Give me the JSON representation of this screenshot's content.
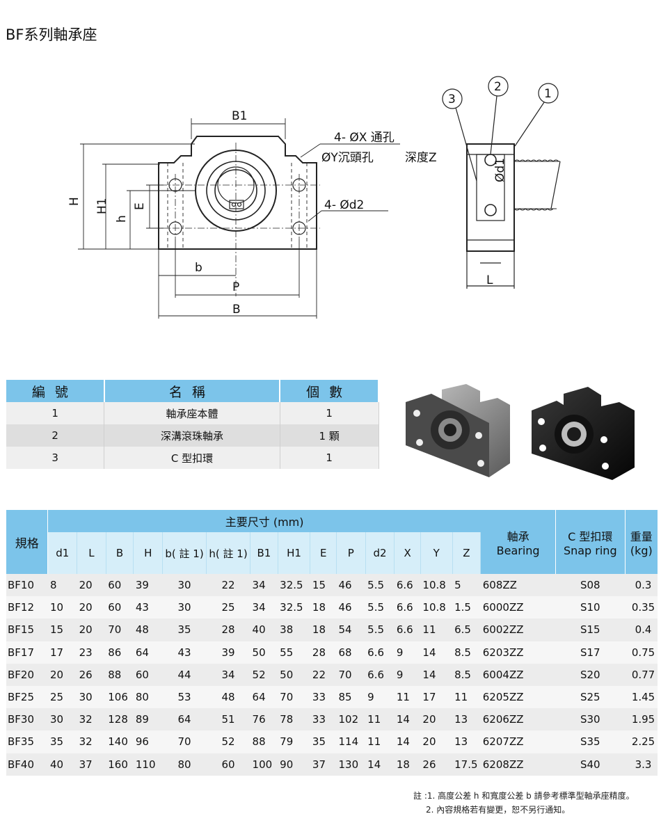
{
  "title": "BF系列軸承座",
  "drawing": {
    "labels": {
      "b1": "B1",
      "h": "H",
      "h1": "H1",
      "h_small": "h",
      "e": "E",
      "b_small": "b",
      "p": "P",
      "b": "B",
      "hole_x": "4- ØX 通孔",
      "hole_y": "ØY沉頭孔",
      "depth_z": "深度Z",
      "hole_d2": "4- Ød2",
      "d1": "Ød1",
      "l": "L",
      "callout_1": "1",
      "callout_2": "2",
      "callout_3": "3"
    }
  },
  "parts_table": {
    "headers": [
      "編號",
      "名稱",
      "個數"
    ],
    "rows": [
      {
        "no": "1",
        "name": "軸承座本體",
        "qty": "1"
      },
      {
        "no": "2",
        "name": "深溝滾珠軸承",
        "qty": "1 顆"
      },
      {
        "no": "3",
        "name": "C 型扣環",
        "qty": "1"
      }
    ]
  },
  "spec_table": {
    "model_header": "規格",
    "group_header": "主要尺寸 (mm)",
    "columns": [
      "d1",
      "L",
      "B",
      "H",
      "b( 註 1)",
      "h( 註 1)",
      "B1",
      "H1",
      "E",
      "P",
      "d2",
      "X",
      "Y",
      "Z"
    ],
    "bearing_header": [
      "軸承",
      "Bearing"
    ],
    "snap_header": [
      "C 型扣環",
      "Snap ring"
    ],
    "weight_header": [
      "重量",
      "(kg)"
    ],
    "rows": [
      [
        "BF10",
        "8",
        "20",
        "60",
        "39",
        "30",
        "22",
        "34",
        "32.5",
        "15",
        "46",
        "5.5",
        "6.6",
        "10.8",
        "5",
        "608ZZ",
        "S08",
        "0.3"
      ],
      [
        "BF12",
        "10",
        "20",
        "60",
        "43",
        "30",
        "25",
        "34",
        "32.5",
        "18",
        "46",
        "5.5",
        "6.6",
        "10.8",
        "1.5",
        "6000ZZ",
        "S10",
        "0.35"
      ],
      [
        "BF15",
        "15",
        "20",
        "70",
        "48",
        "35",
        "28",
        "40",
        "38",
        "18",
        "54",
        "5.5",
        "6.6",
        "11",
        "6.5",
        "6002ZZ",
        "S15",
        "0.4"
      ],
      [
        "BF17",
        "17",
        "23",
        "86",
        "64",
        "43",
        "39",
        "50",
        "55",
        "28",
        "68",
        "6.6",
        "9",
        "14",
        "8.5",
        "6203ZZ",
        "S17",
        "0.75"
      ],
      [
        "BF20",
        "20",
        "26",
        "88",
        "60",
        "44",
        "34",
        "52",
        "50",
        "22",
        "70",
        "6.6",
        "9",
        "14",
        "8.5",
        "6004ZZ",
        "S20",
        "0.77"
      ],
      [
        "BF25",
        "25",
        "30",
        "106",
        "80",
        "53",
        "48",
        "64",
        "70",
        "33",
        "85",
        "9",
        "11",
        "17",
        "11",
        "6205ZZ",
        "S25",
        "1.45"
      ],
      [
        "BF30",
        "30",
        "32",
        "128",
        "89",
        "64",
        "51",
        "76",
        "78",
        "33",
        "102",
        "11",
        "14",
        "20",
        "13",
        "6206ZZ",
        "S30",
        "1.95"
      ],
      [
        "BF35",
        "35",
        "32",
        "140",
        "96",
        "70",
        "52",
        "88",
        "79",
        "35",
        "114",
        "11",
        "14",
        "20",
        "13",
        "6207ZZ",
        "S35",
        "2.25"
      ],
      [
        "BF40",
        "40",
        "37",
        "160",
        "110",
        "80",
        "60",
        "100",
        "90",
        "37",
        "130",
        "14",
        "18",
        "26",
        "17.5",
        "6208ZZ",
        "S40",
        "3.3"
      ]
    ]
  },
  "notes": [
    "註 :1. 高度公差 h 和寬度公差 b 請參考標準型軸承座精度。",
    "2. 內容規格若有變更，恕不另行通知。"
  ]
}
